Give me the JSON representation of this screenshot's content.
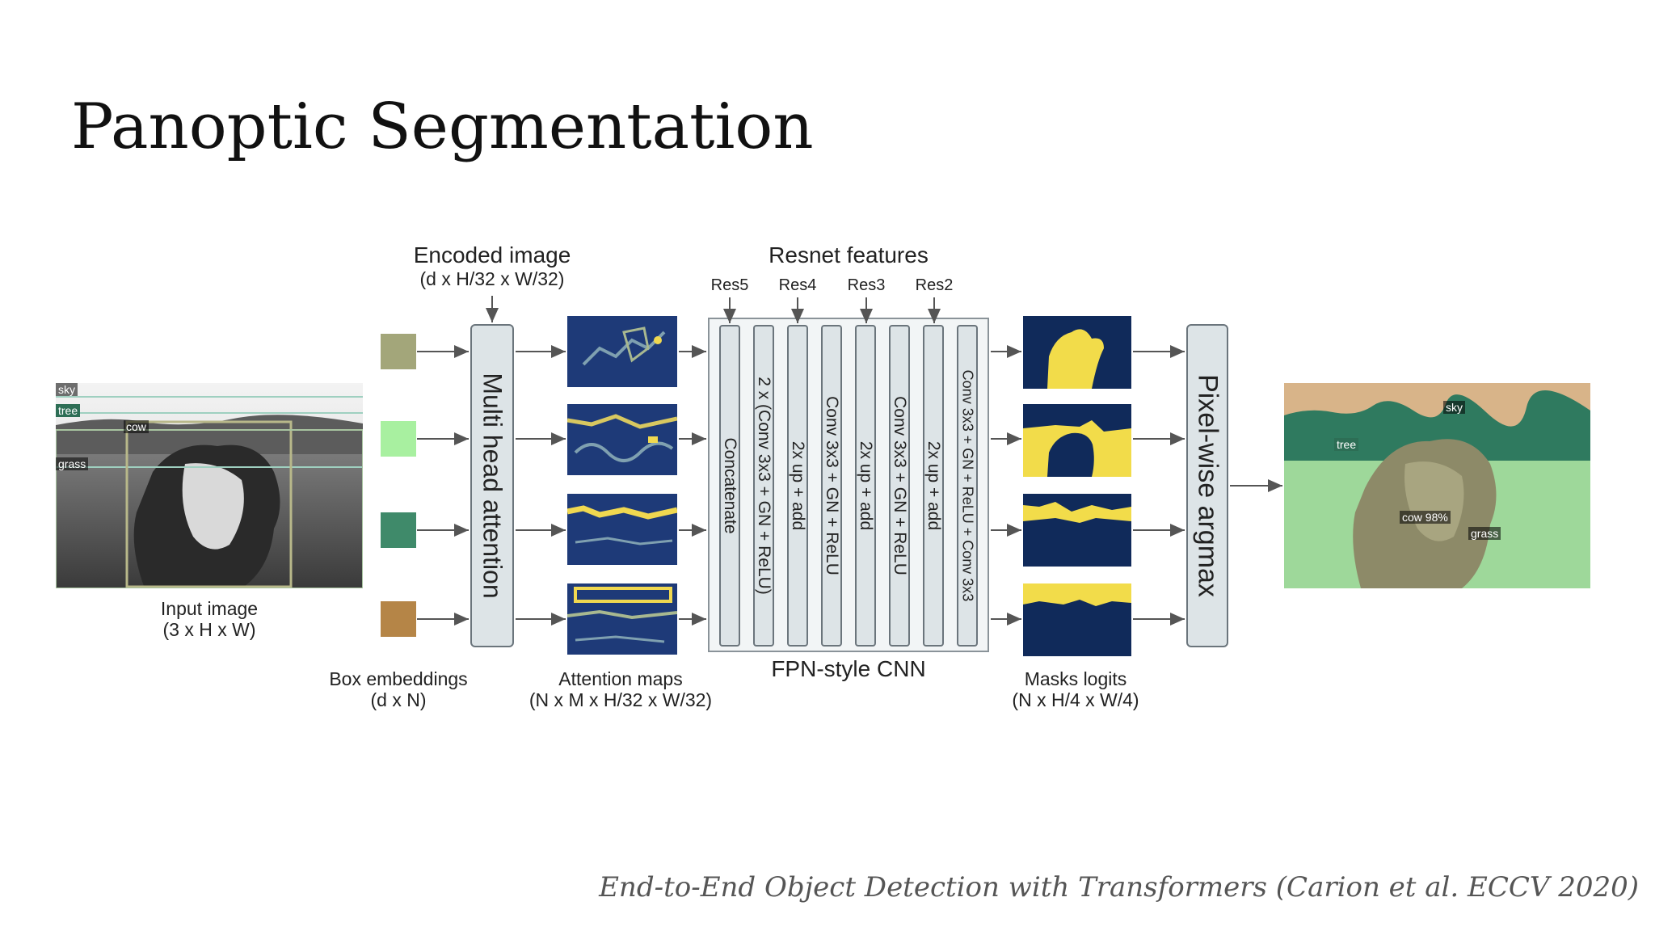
{
  "slide": {
    "title": "Panoptic Segmentation",
    "citation": "End-to-End Object Detection with Transformers (Carion et al. ECCV 2020)"
  },
  "diagram": {
    "input_image": {
      "label": "Input image",
      "sublabel": "(3 x H x W)",
      "tags": {
        "sky": "sky",
        "tree": "tree",
        "cow": "cow",
        "grass": "grass"
      }
    },
    "box_embeddings": {
      "label": "Box embeddings",
      "sublabel": "(d x N)",
      "colors": [
        "#a3a67a",
        "#a8f0a0",
        "#3f8a6a",
        "#b58547"
      ]
    },
    "encoded_image": {
      "label": "Encoded image",
      "sublabel": "(d x H/32 x W/32)"
    },
    "mha": {
      "label": "Multi head attention"
    },
    "attention_maps": {
      "label": "Attention maps",
      "sublabel": "(N x M x H/32 x W/32)"
    },
    "resnet": {
      "label": "Resnet features",
      "stages": [
        "Res5",
        "Res4",
        "Res3",
        "Res2"
      ]
    },
    "fpn": {
      "label": "FPN-style CNN",
      "columns": [
        "Concatenate",
        "2 x (Conv 3x3 + GN + ReLU)",
        "2x up + add",
        "Conv 3x3 + GN + ReLU",
        "2x up + add",
        "Conv 3x3 + GN + ReLU",
        "2x up + add",
        "Conv 3x3 + GN + ReLU + Conv 3x3"
      ]
    },
    "masks": {
      "label": "Masks logits",
      "sublabel": "(N x H/4 x W/4)"
    },
    "argmax": {
      "label": "Pixel-wise argmax"
    },
    "output_image": {
      "tags": {
        "sky": "sky",
        "tree": "tree",
        "cow": "cow 98%",
        "grass": "grass"
      }
    }
  }
}
